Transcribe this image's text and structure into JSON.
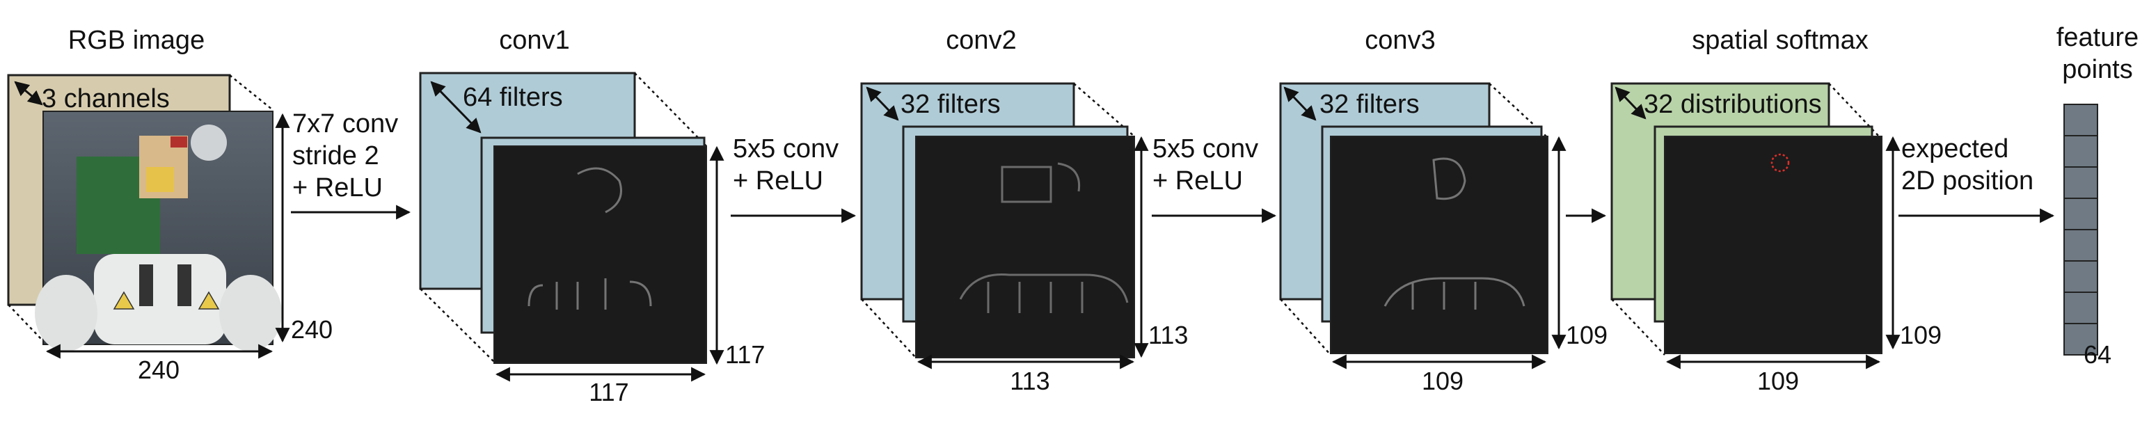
{
  "diagram": {
    "colors": {
      "input_plate": "#d6ccad",
      "conv_plate": "#afcbd6",
      "softmax_plate": "#b8d3a8",
      "feature_cell": "#6f7a84",
      "feature_map": "#1b1b1b",
      "keypoint": "#e0302a"
    },
    "stages": {
      "rgb": {
        "title": "RGB image",
        "depth_label": "3 channels",
        "width": "240",
        "height": "240"
      },
      "conv1": {
        "title": "conv1",
        "depth_label": "64 filters",
        "width": "117",
        "height": "117"
      },
      "conv2": {
        "title": "conv2",
        "depth_label": "32 filters",
        "width": "113",
        "height": "113"
      },
      "conv3": {
        "title": "conv3",
        "depth_label": "32 filters",
        "width": "109",
        "height": "109"
      },
      "softmax": {
        "title": "spatial softmax",
        "depth_label": "32 distributions",
        "width": "109",
        "height": "109"
      },
      "features": {
        "title_line1": "feature",
        "title_line2": "points",
        "count": "64"
      }
    },
    "transitions": {
      "t1": {
        "line1": "7x7 conv",
        "line2": "stride 2",
        "line3": "+ ReLU"
      },
      "t2": {
        "line1": "5x5 conv",
        "line2": "+ ReLU"
      },
      "t3": {
        "line1": "5x5 conv",
        "line2": "+ ReLU"
      },
      "t5": {
        "line1": "expected",
        "line2": "2D position"
      }
    }
  }
}
